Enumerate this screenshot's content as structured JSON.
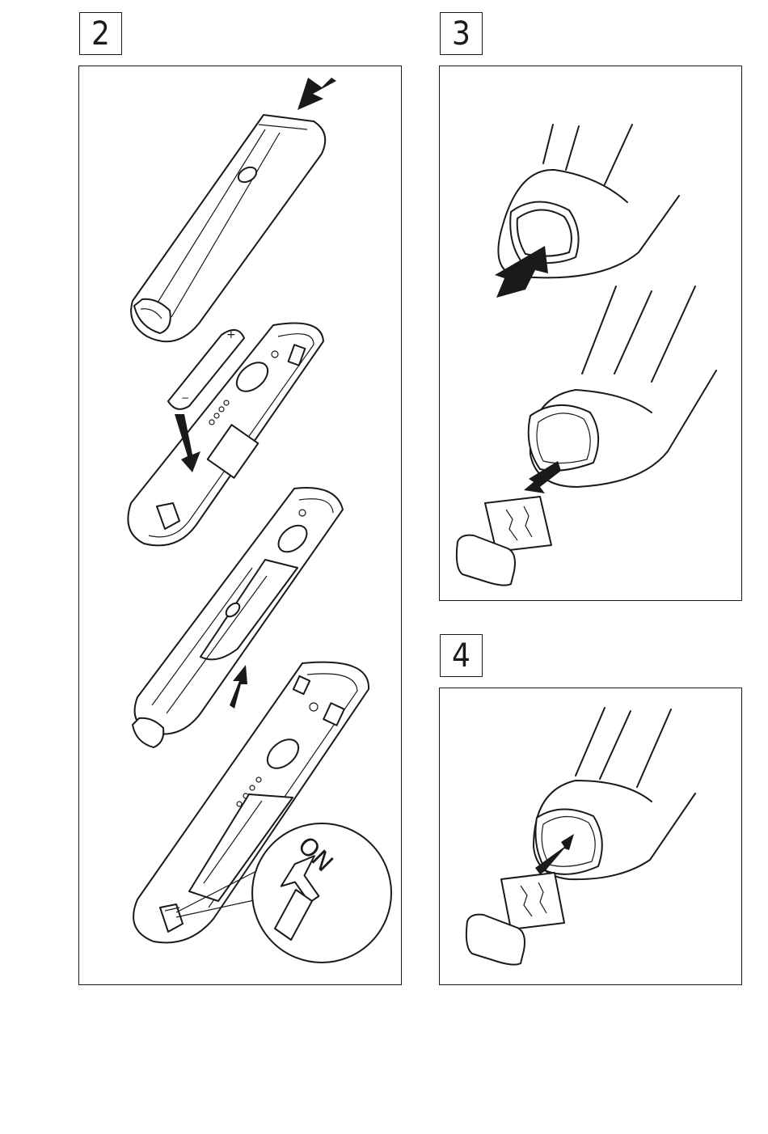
{
  "steps": [
    {
      "number": "2"
    },
    {
      "number": "3"
    },
    {
      "number": "4"
    }
  ],
  "battery": {
    "plus_mark": "+",
    "minus_mark": "−"
  },
  "switch_callout": {
    "label": "ON"
  }
}
